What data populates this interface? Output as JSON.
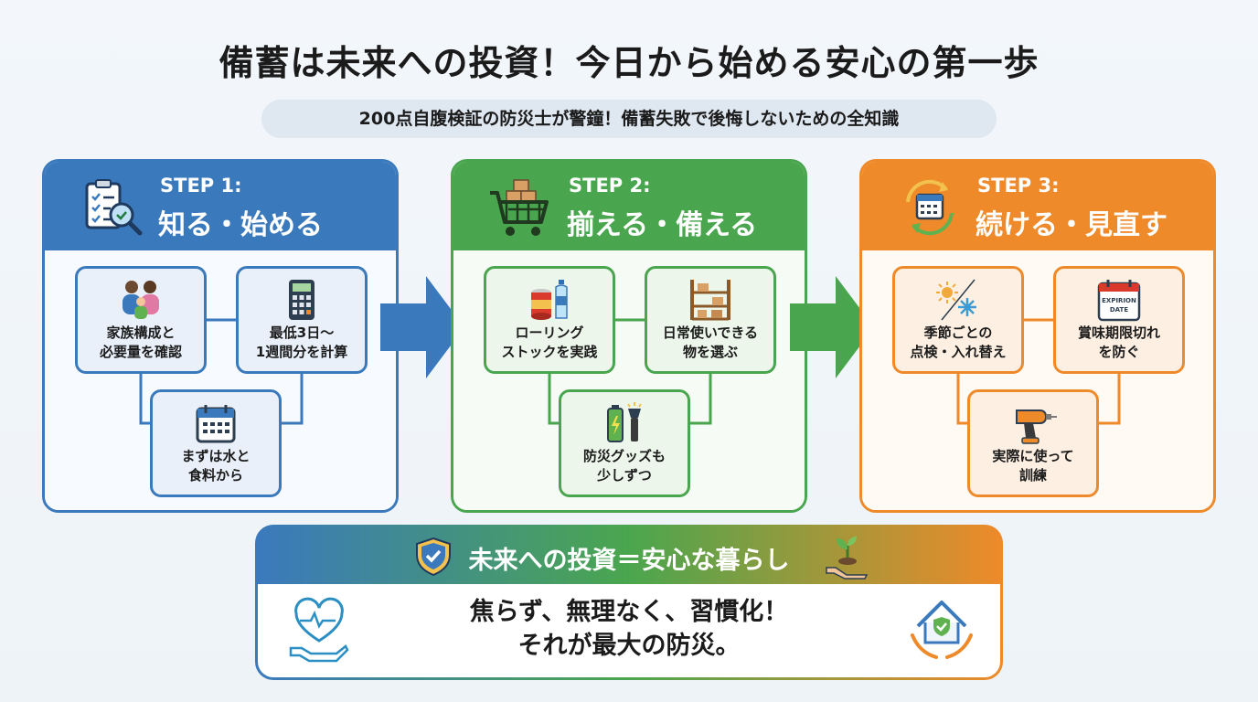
{
  "header": {
    "title": "備蓄は未来への投資！今日から始める安心の第一歩",
    "subtitle": "200点自腹検証の防災士が警鐘！備蓄失敗で後悔しないための全知識"
  },
  "steps": [
    {
      "number": "STEP 1:",
      "name": "知る・始める",
      "icon": "checklist-magnifier-icon",
      "color": "#3b79bd",
      "cards": [
        {
          "label": "家族構成と\n必要量を確認",
          "icon": "family-icon"
        },
        {
          "label": "最低3日〜\n1週間分を計算",
          "icon": "calculator-icon"
        },
        {
          "label": "まずは水と\n食料から",
          "icon": "calendar-icon"
        }
      ]
    },
    {
      "number": "STEP 2:",
      "name": "揃える・備える",
      "icon": "shopping-cart-icon",
      "color": "#4aa64e",
      "cards": [
        {
          "label": "ローリング\nストックを実践",
          "icon": "canned-food-water-icon"
        },
        {
          "label": "日常使いできる\n物を選ぶ",
          "icon": "shelf-icon"
        },
        {
          "label": "防災グッズも\n少しずつ",
          "icon": "battery-flashlight-icon"
        }
      ]
    },
    {
      "number": "STEP 3:",
      "name": "続ける・見直す",
      "icon": "cycle-calendar-icon",
      "color": "#ee8a2a",
      "cards": [
        {
          "label": "季節ごとの\n点検・入れ替え",
          "icon": "sun-snow-icon"
        },
        {
          "label": "賞味期限切れ\nを防ぐ",
          "icon": "expiration-date-icon",
          "icon_text": "EXPIRION\nDATE"
        },
        {
          "label": "実際に使って\n訓練",
          "icon": "drill-icon"
        }
      ]
    }
  ],
  "summary": {
    "title": "未来への投資＝安心な暮らし",
    "message_line1": "焦らず、無理なく、習慣化！",
    "message_line2": "それが最大の防災。",
    "icons": [
      "shield-check-icon",
      "plant-hand-icon",
      "heart-hand-icon",
      "house-hands-icon"
    ]
  }
}
